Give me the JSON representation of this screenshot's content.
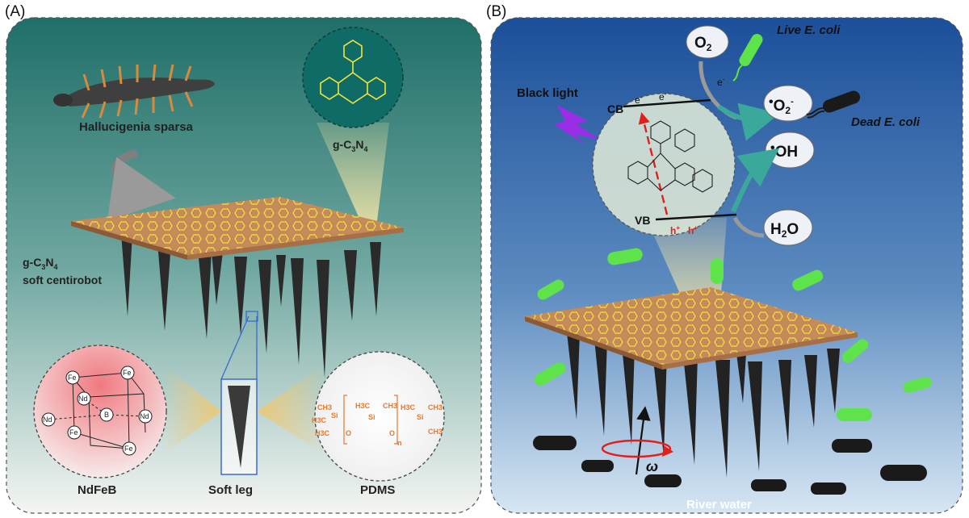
{
  "panels": {
    "a": {
      "label": "(A)",
      "organism": "Hallucigenia sparsa",
      "robot_line1": "g-C",
      "robot_line1_sub3": "3",
      "robot_line1_n": "N",
      "robot_line1_sub4": "4",
      "robot_line2": "soft centirobot",
      "callout_label": "g-C",
      "callout_sub3": "3",
      "callout_n": "N",
      "callout_sub4": "4",
      "ndfeb_label": "NdFeB",
      "leg_label": "Soft leg",
      "pdms_label": "PDMS",
      "ndfeb_atoms": {
        "fe": "Fe",
        "nd": "Nd",
        "b": "B"
      },
      "pdms_groups": {
        "h3c": "H3C",
        "ch3": "CH3",
        "si": "Si",
        "o": "O",
        "n": "n"
      }
    },
    "b": {
      "label": "(B)",
      "light": "Black light",
      "cb": "CB",
      "vb": "VB",
      "electron": "e",
      "hole": "h",
      "o2": "O",
      "o2_sub": "2",
      "o2_radical": "O",
      "o2_radical_sub": "2",
      "oh": "OH",
      "h2o_h": "H",
      "h2o_sub": "2",
      "h2o_o": "O",
      "live": "Live E. coli",
      "dead": "Dead E. coli",
      "river": "River water",
      "omega": "ω"
    }
  },
  "colors": {
    "panel_a_top": "#1f6f68",
    "panel_a_bottom": "#f4f5f2",
    "panel_b_top": "#1c4f9a",
    "panel_b_bottom": "#d6e6f3",
    "robot_top": "#c58a5a",
    "hex_pattern": "#f2e43a",
    "leg": "#2a2a2a",
    "accent_orange": "#e9772f",
    "red": "#e0201b",
    "bacteria_live": "#5fe34a",
    "bacteria_dead": "#1a1a1a",
    "arrow_teal": "#3aa89a",
    "light_purple": "#9a2ee6"
  }
}
